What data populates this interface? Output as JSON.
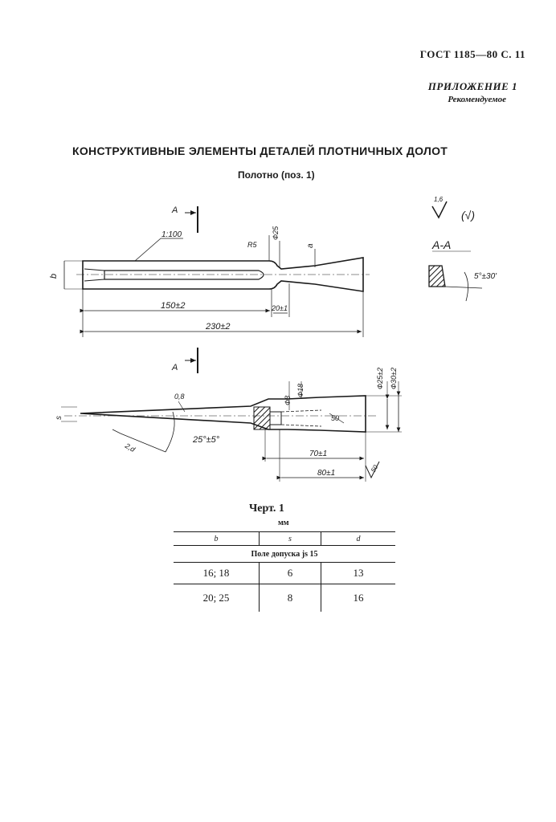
{
  "header": {
    "page_ref": "ГОСТ 1185—80 С. 11"
  },
  "appendix": {
    "label": "ПРИЛОЖЕНИЕ 1",
    "status": "Рекомендуемое"
  },
  "title": "КОНСТРУКТИВНЫЕ ЭЛЕМЕНТЫ ДЕТАЛЕЙ ПЛОТНИЧНЫХ ДОЛОТ",
  "subtitle": "Полотно (поз. 1)",
  "drawing": {
    "section_mark": "А",
    "taper": "1:100",
    "radius": "R5",
    "dia_small": "Ф25",
    "dim_a": "а",
    "dim_b": "b",
    "len_150": "150±2",
    "len_20": "20±1",
    "len_230": "230±2",
    "roughness_value": "1,6",
    "roughness_other": "(√)",
    "section_label": "А-А",
    "angle_section": "5°±30'",
    "dim_08": "0,8",
    "dim_dia8": "Ф8",
    "dim_dia18": "Ф18",
    "dim_dia25": "Ф25±2",
    "dim_dia30": "Ф30±2",
    "dim_50": "50",
    "dim_s": "s",
    "dim_2d": "2,d",
    "angle_tip": "25°±5°",
    "len_70": "70±1",
    "len_80": "80±1",
    "dim_50b": "50"
  },
  "figure_caption": "Черт. 1",
  "table": {
    "unit": "мм",
    "headers": [
      "b",
      "s",
      "d"
    ],
    "tolerance_text": "Поле допуска js 15",
    "rows": [
      [
        "16; 18",
        "6",
        "13"
      ],
      [
        "20; 25",
        "8",
        "16"
      ]
    ]
  }
}
